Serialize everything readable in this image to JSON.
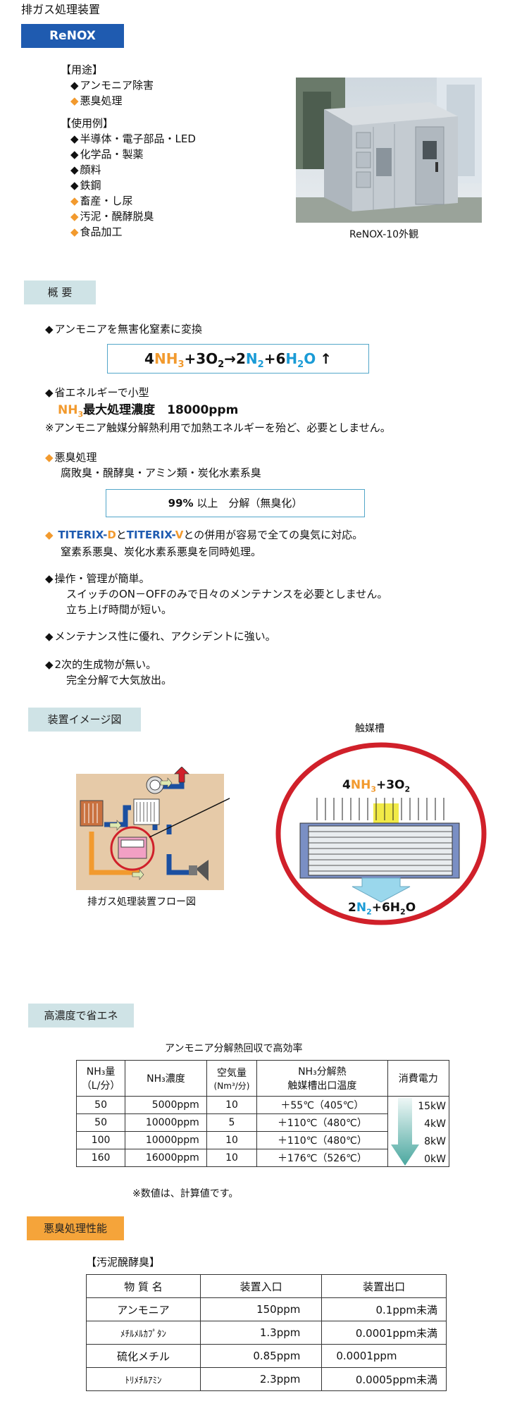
{
  "header": {
    "title": "排ガス処理装置",
    "badge": "ReNOX"
  },
  "uses": {
    "heading": "【用途】",
    "items": [
      {
        "label": "アンモニア除害",
        "mark": "black"
      },
      {
        "label": "悪臭処理",
        "mark": "orange"
      }
    ]
  },
  "examples": {
    "heading": "【使用例】",
    "items": [
      {
        "label": "半導体・電子部品・LED",
        "mark": "black"
      },
      {
        "label": "化学品・製薬",
        "mark": "black"
      },
      {
        "label": "顔料",
        "mark": "black"
      },
      {
        "label": "鉄鋼",
        "mark": "black"
      },
      {
        "label": "畜産・し尿",
        "mark": "orange"
      },
      {
        "label": "汚泥・醗酵脱臭",
        "mark": "orange"
      },
      {
        "label": "食品加工",
        "mark": "orange"
      }
    ]
  },
  "photo": {
    "caption": "ReNOX-10外観"
  },
  "overview": {
    "tab": "概 要",
    "p1": "アンモニアを無害化窒素に変換",
    "eq": {
      "c1": "4",
      "nh3": "NH",
      "nh3_sub": "3",
      "c2": "+3O",
      "o2_sub": "2",
      "arrow": "→2",
      "n2": "N",
      "n2_sub": "2",
      "c3": "+6",
      "h2o": "H",
      "h2o_sub": "2",
      "o": "O",
      "up": "↑"
    },
    "p2": "省エネルギーで小型",
    "p2b_prefix": "NH",
    "p2b_sub": "3",
    "p2b": "最大処理濃度　18000ppm",
    "p2c": "※アンモニア触媒分解熱利用で加熱エネルギーを殆ど、必要としません。",
    "p3": "悪臭処理",
    "p3b": "腐敗臭・醗酵臭・アミン類・炭化水素系臭",
    "box2_bold": "99%",
    "box2_rest": "以上　分解（無臭化）",
    "p4_t1": "TITERIX-",
    "p4_d": "D",
    "p4_and": "と",
    "p4_t2": "TITERIX-",
    "p4_v": "V",
    "p4_rest": "との併用が容易で全ての臭気に対応。",
    "p4b": "窒素系悪臭、炭化水素系悪臭を同時処理。",
    "p5": "操作・管理が簡単。",
    "p5b": "スイッチのON－OFFのみで日々のメンテナンスを必要としません。",
    "p5c": "立ち上げ時間が短い。",
    "p6": "メンテナンス性に優れ、アクシデントに強い。",
    "p7": "2次的生成物が無い。",
    "p7b": "完全分解で大気放出。"
  },
  "image_section": {
    "tab": "装置イメージ図",
    "flow_caption": "排ガス処理装置フロー図",
    "catalyst_title": "触媒槽",
    "cat_in": {
      "c1": "4",
      "nh": "NH",
      "sub": "3",
      "c2": "+3O",
      "sub2": "2"
    },
    "cat_out": {
      "c1": "2",
      "n": "N",
      "sub": "2",
      "c2": "+6H",
      "sub2": "2",
      "c3": "O"
    }
  },
  "energy": {
    "tab": "高濃度で省エネ",
    "table_title": "アンモニア分解熱回収で高効率",
    "headers": {
      "h1a": "NH₃量",
      "h1b": "（L/分）",
      "h2": "NH₃濃度",
      "h3a": "空気量",
      "h3b": "(Nm³/分)",
      "h4a": "NH₃分解熱",
      "h4b": "触媒槽出口温度",
      "h5": "消費電力"
    },
    "rows": [
      {
        "nh3": "50",
        "conc": "5000ppm",
        "air": "10",
        "temp": "＋55℃（405℃）",
        "power": "15kW"
      },
      {
        "nh3": "50",
        "conc": "10000ppm",
        "air": "5",
        "temp": "＋110℃（480℃）",
        "power": "4kW"
      },
      {
        "nh3": "100",
        "conc": "10000ppm",
        "air": "10",
        "temp": "＋110℃（480℃）",
        "power": "8kW"
      },
      {
        "nh3": "160",
        "conc": "16000ppm",
        "air": "10",
        "temp": "＋176℃（526℃）",
        "power": "0kW"
      }
    ],
    "note": "※数値は、計算値です。"
  },
  "odor": {
    "tab": "悪臭処理性能",
    "subtitle": "【汚泥醗酵臭】",
    "headers": {
      "name": "物 質 名",
      "inlet": "装置入口",
      "outlet": "装置出口"
    },
    "rows": [
      {
        "name": "アンモニア",
        "inlet": "150ppm",
        "outlet": "0.1ppm未満"
      },
      {
        "name": "ﾒﾁﾙﾒﾙｶﾌﾟﾀﾝ",
        "inlet": "1.3ppm",
        "outlet": "0.0001ppm未満"
      },
      {
        "name": "硫化メチル",
        "inlet": "0.85ppm",
        "outlet": "0.0001ppm"
      },
      {
        "name": "ﾄﾘﾒﾁﾙｱﾐﾝ",
        "inlet": "2.3ppm",
        "outlet": "0.0005ppm未満"
      }
    ]
  },
  "colors": {
    "accent_orange": "#f29a2e",
    "accent_blue": "#1a9bd6",
    "badge_blue": "#1f5bb0",
    "tab_teal": "#cfe3e6",
    "tab_orange": "#f5a43a",
    "ring_red": "#d0202a"
  }
}
